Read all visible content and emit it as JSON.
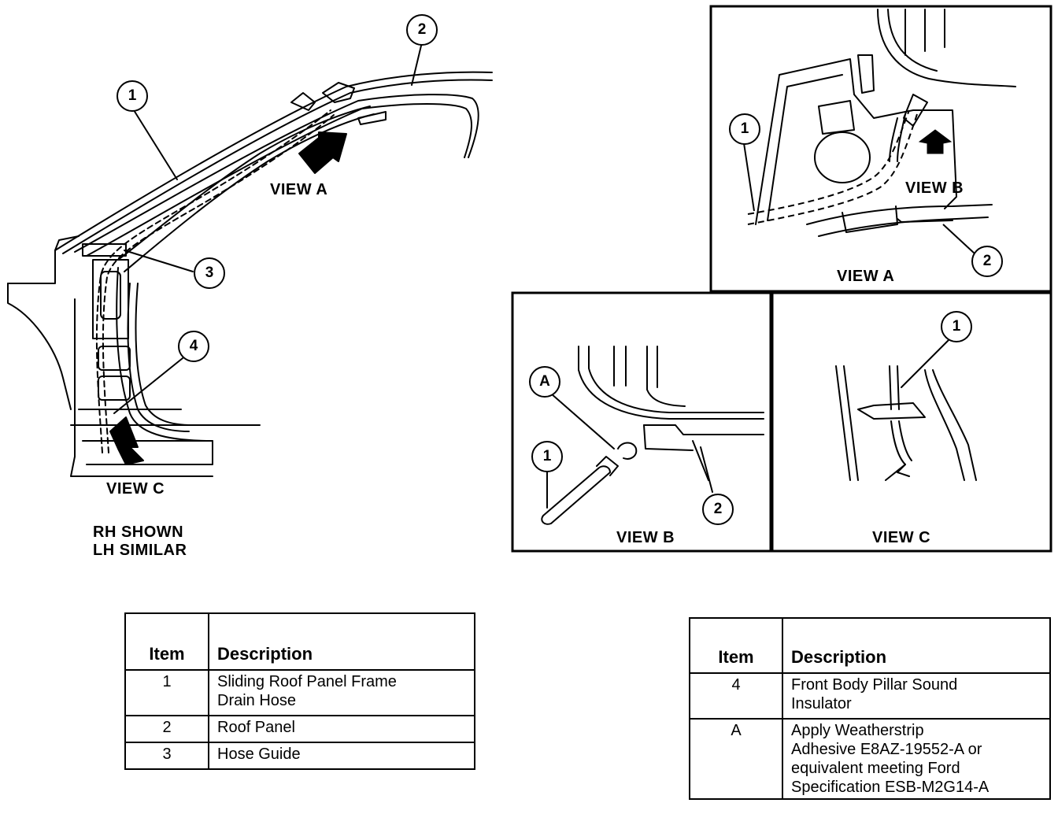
{
  "main_view": {
    "callouts": [
      "1",
      "2",
      "3",
      "4"
    ],
    "labels": {
      "view_a": "VIEW A",
      "view_c": "VIEW C"
    },
    "note_line1": "RH SHOWN",
    "note_line2": "LH SIMILAR"
  },
  "view_a": {
    "callouts": [
      "1",
      "2"
    ],
    "labels": {
      "view_b": "VIEW B"
    },
    "caption": "VIEW A"
  },
  "view_b": {
    "callouts": [
      "A",
      "1",
      "2"
    ],
    "caption": "VIEW B"
  },
  "view_c": {
    "callouts": [
      "1"
    ],
    "caption": "VIEW C"
  },
  "legend_left": {
    "headers": {
      "item": "Item",
      "description": "Description"
    },
    "rows": [
      {
        "item": "1",
        "description_line1": "Sliding Roof Panel Frame",
        "description_line2": "Drain Hose"
      },
      {
        "item": "2",
        "description_line1": "Roof Panel",
        "description_line2": ""
      },
      {
        "item": "3",
        "description_line1": "Hose Guide",
        "description_line2": ""
      }
    ]
  },
  "legend_right": {
    "headers": {
      "item": "Item",
      "description": "Description"
    },
    "rows": [
      {
        "item": "4",
        "lines": [
          "Front Body Pillar Sound",
          "Insulator"
        ]
      },
      {
        "item": "A",
        "lines": [
          "Apply Weatherstrip",
          "Adhesive E8AZ-19552-A or",
          "equivalent meeting Ford",
          "Specification ESB-M2G14-A"
        ]
      }
    ]
  }
}
